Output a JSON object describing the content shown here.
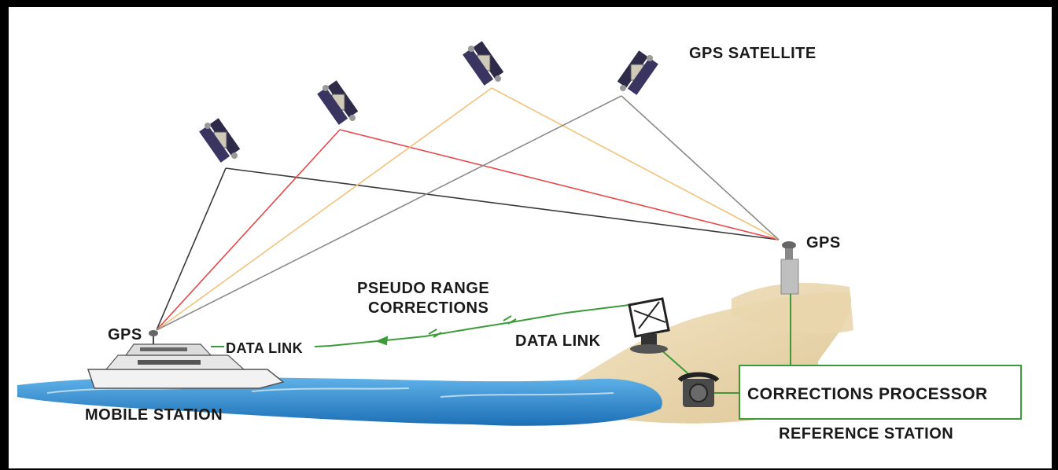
{
  "labels": {
    "gps_satellite": "GPS SATELLITE",
    "gps_reference": "GPS",
    "gps_mobile": "GPS",
    "pseudo_range_line1": "PSEUDO RANGE",
    "pseudo_range_line2": "CORRECTIONS",
    "data_link_mobile": "DATA LINK",
    "data_link_reference": "DATA LINK",
    "mobile_station": "MOBILE STATION",
    "corrections_processor": "CORRECTIONS PROCESSOR",
    "reference_station": "REFERENCE STATION"
  },
  "colors": {
    "signal_black": "#3a3a3a",
    "signal_red": "#e8474a",
    "signal_orange": "#f2c27a",
    "signal_gray": "#8a8a8a",
    "data_link_green": "#3d9a3a",
    "water_blue": "#2f8fd0",
    "sand": "#e4cfa0"
  }
}
